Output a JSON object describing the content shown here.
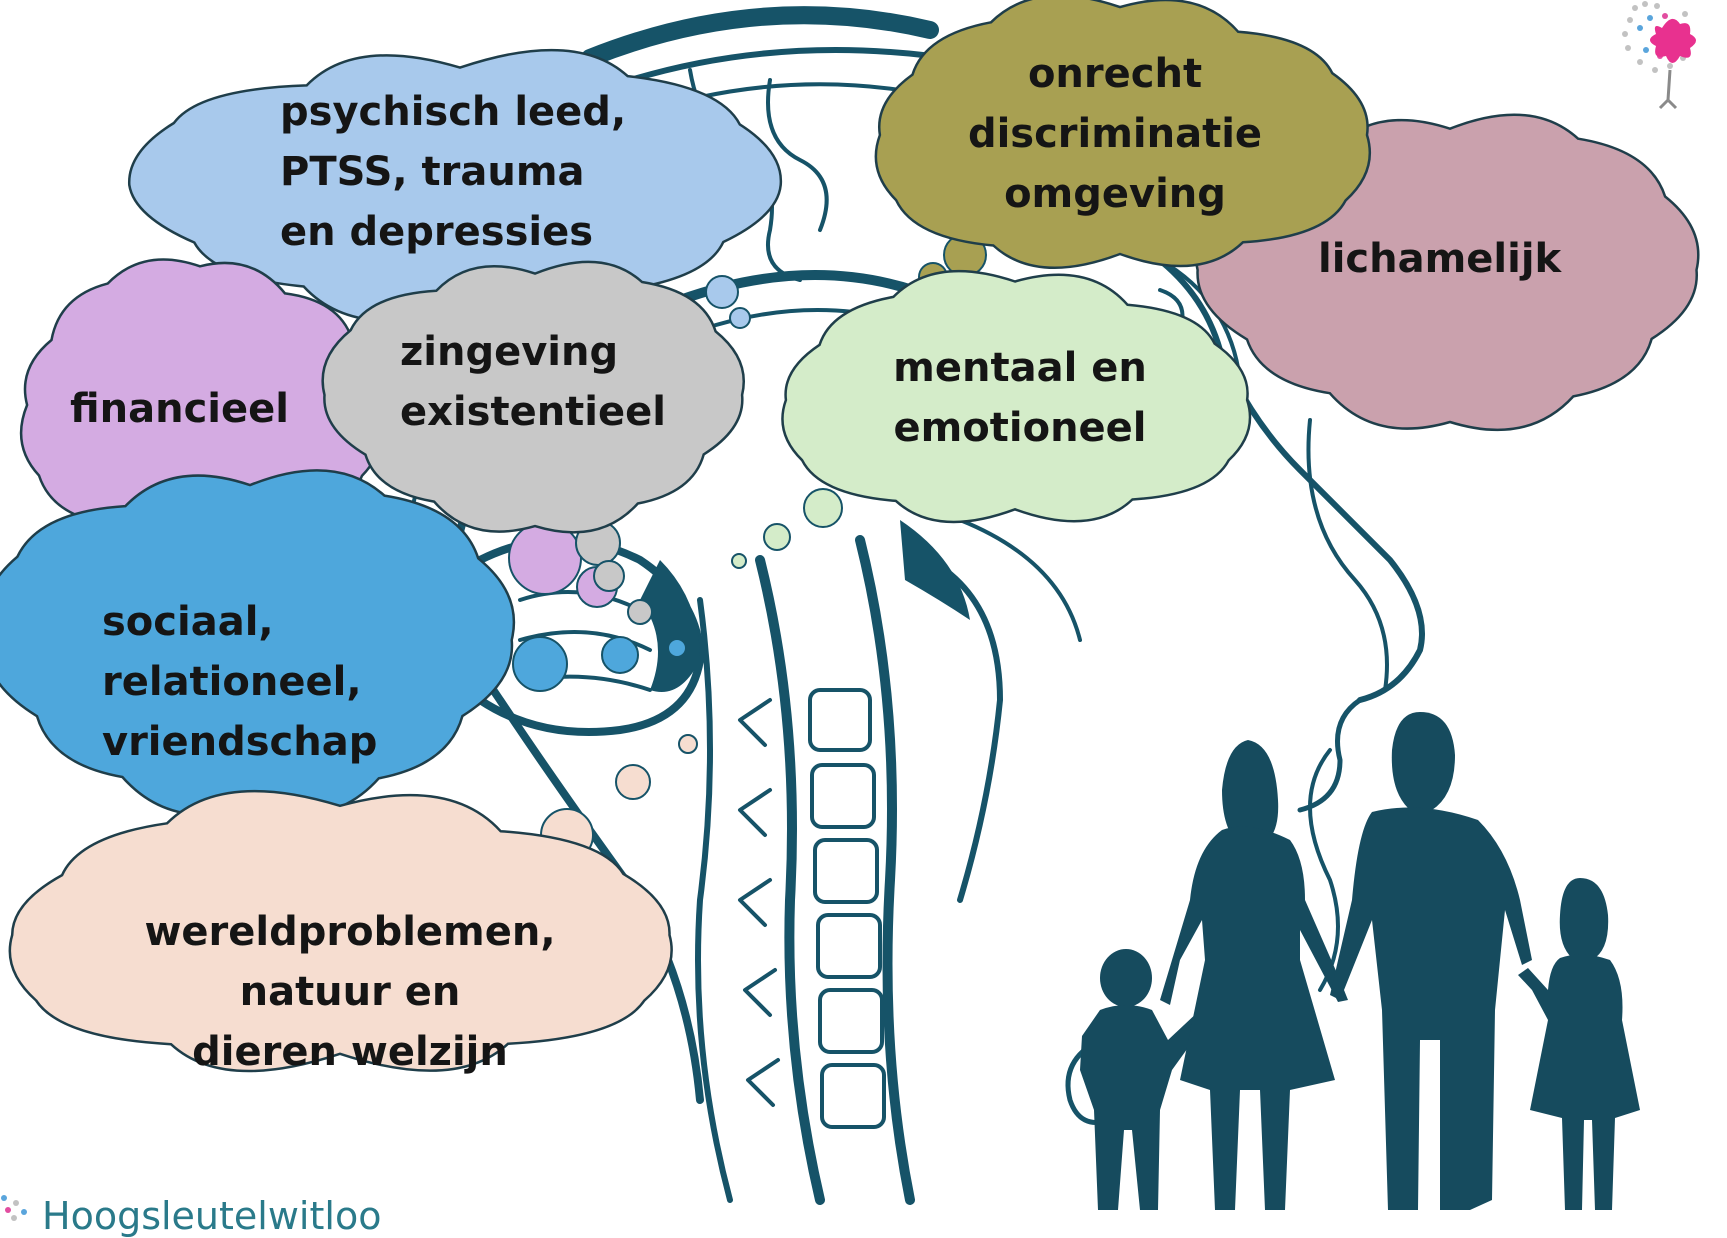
{
  "colors": {
    "line": "#165368",
    "silhouette": "#164b5e"
  },
  "clouds": [
    {
      "id": "psychisch",
      "color": "#a8c9ec",
      "lines": [
        "psychisch leed,",
        "PTSS, trauma",
        "en depressies"
      ]
    },
    {
      "id": "onrecht",
      "color": "#a8a052",
      "lines": [
        "onrecht",
        "discriminatie",
        "omgeving"
      ]
    },
    {
      "id": "lichamelijk",
      "color": "#caa1ad",
      "lines": [
        "lichamelijk"
      ]
    },
    {
      "id": "financieel",
      "color": "#d4abe2",
      "lines": [
        "financieel"
      ]
    },
    {
      "id": "zingeving",
      "color": "#c8c8c8",
      "lines": [
        "zingeving",
        "existentieel"
      ]
    },
    {
      "id": "mentaal",
      "color": "#d4ecc9",
      "lines": [
        "mentaal en",
        "emotioneel"
      ]
    },
    {
      "id": "sociaal",
      "color": "#4ea7dc",
      "lines": [
        "sociaal,",
        "relationeel,",
        "vriendschap"
      ]
    },
    {
      "id": "wereld",
      "color": "#f6ddd0",
      "lines": [
        "wereldproblemen,",
        "natuur en",
        "dieren welzijn"
      ]
    }
  ],
  "footer": {
    "text": "Hoogsleutelwitloo"
  }
}
